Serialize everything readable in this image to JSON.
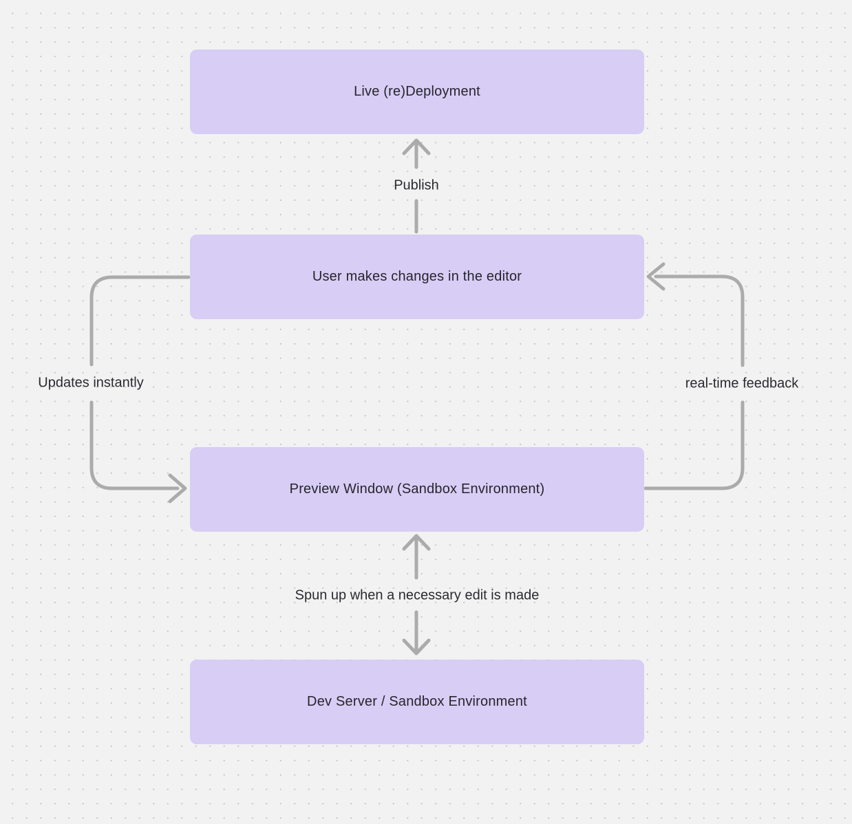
{
  "diagram": {
    "nodes": [
      {
        "id": "live-redeployment",
        "label": "Live (re)Deployment"
      },
      {
        "id": "user-editor",
        "label": "User makes changes in the editor"
      },
      {
        "id": "preview-window",
        "label": "Preview Window (Sandbox Environment)"
      },
      {
        "id": "dev-server",
        "label": "Dev Server / Sandbox Environment"
      }
    ],
    "edges": [
      {
        "id": "publish",
        "label": "Publish",
        "from": "user-editor",
        "to": "live-redeployment"
      },
      {
        "id": "updates-instantly",
        "label": "Updates instantly",
        "from": "user-editor",
        "to": "preview-window"
      },
      {
        "id": "real-time-feedback",
        "label": "real-time feedback",
        "from": "preview-window",
        "to": "user-editor"
      },
      {
        "id": "spun-up",
        "label": "Spun up when a necessary edit is made",
        "from": "dev-server",
        "to": "preview-window",
        "bidirectional": true
      }
    ],
    "colors": {
      "background": "#f2f2f2",
      "dot": "#c7c7c7",
      "node_fill": "#d7cdf5",
      "arrow": "#ababab",
      "text": "#26252b"
    }
  }
}
